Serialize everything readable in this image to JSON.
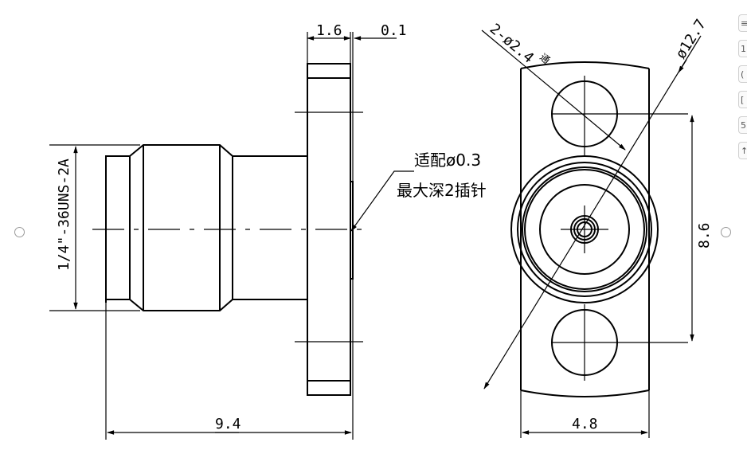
{
  "dimensions": {
    "top_flange_thickness": "1.6",
    "top_gap": "0.1",
    "thread_spec": "1/4\"-36UNS-2A",
    "total_length": "9.4",
    "hole_spec": "2-ø2.4",
    "hole_suffix": "通",
    "bolt_circle": "ø12.7",
    "height": "8.6",
    "width": "4.8"
  },
  "note": {
    "line1": "适配ø0.3",
    "line2": "最大深2插针"
  },
  "toolbar": {
    "items": [
      "≡",
      "1",
      "(",
      "[",
      "5",
      "↑"
    ]
  }
}
